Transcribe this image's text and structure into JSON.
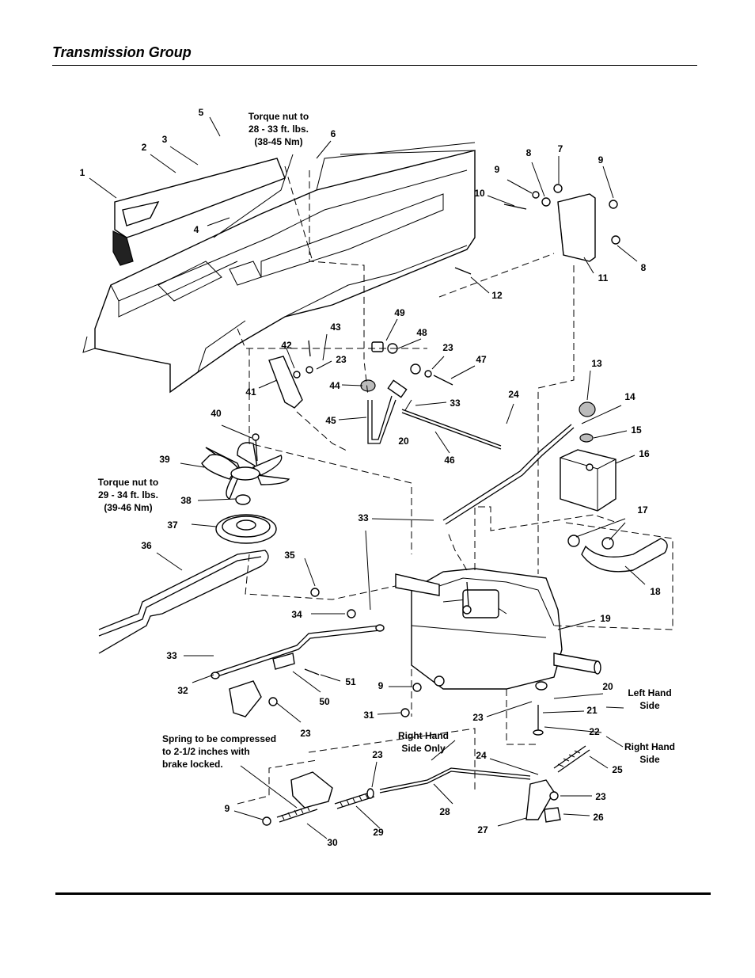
{
  "header": {
    "title": "Transmission Group"
  },
  "notes": {
    "torque_upper": [
      "Torque nut to",
      "28 - 33 ft. lbs.",
      "(38-45 Nm)"
    ],
    "torque_lower": [
      "Torque nut to",
      "29 - 34 ft. lbs.",
      "(39-46 Nm)"
    ],
    "spring": [
      "Spring to be compressed",
      "to 2-1/2 inches with",
      "brake locked."
    ],
    "right_only": [
      "Right Hand",
      "Side Only"
    ],
    "left_side": [
      "Left Hand",
      "Side"
    ],
    "right_side": [
      "Right Hand",
      "Side"
    ]
  },
  "callouts": {
    "c1": "1",
    "c2": "2",
    "c3": "3",
    "c4": "4",
    "c5": "5",
    "c6": "6",
    "c7": "7",
    "c8a": "8",
    "c8b": "8",
    "c9a": "9",
    "c9b": "9",
    "c10": "10",
    "c11": "11",
    "c12": "12",
    "c13": "13",
    "c14": "14",
    "c15": "15",
    "c16": "16",
    "c17": "17",
    "c18": "18",
    "c19": "19",
    "c20a": "20",
    "c20b": "20",
    "c21": "21",
    "c22": "22",
    "c23a": "23",
    "c23b": "23",
    "c23c": "23",
    "c23d": "23",
    "c23e": "23",
    "c23f": "23",
    "c24a": "24",
    "c24b": "24",
    "c25": "25",
    "c26": "26",
    "c27": "27",
    "c28": "28",
    "c29": "29",
    "c30": "30",
    "c31": "31",
    "c32": "32",
    "c33a": "33",
    "c33b": "33",
    "c33c": "33",
    "c34": "34",
    "c35": "35",
    "c36": "36",
    "c37": "37",
    "c38": "38",
    "c39": "39",
    "c40": "40",
    "c41": "41",
    "c42": "42",
    "c43": "43",
    "c44": "44",
    "c45": "45",
    "c46": "46",
    "c47": "47",
    "c48": "48",
    "c49": "49",
    "c50": "50",
    "c51": "51",
    "c9c": "9",
    "c9d": "9"
  }
}
